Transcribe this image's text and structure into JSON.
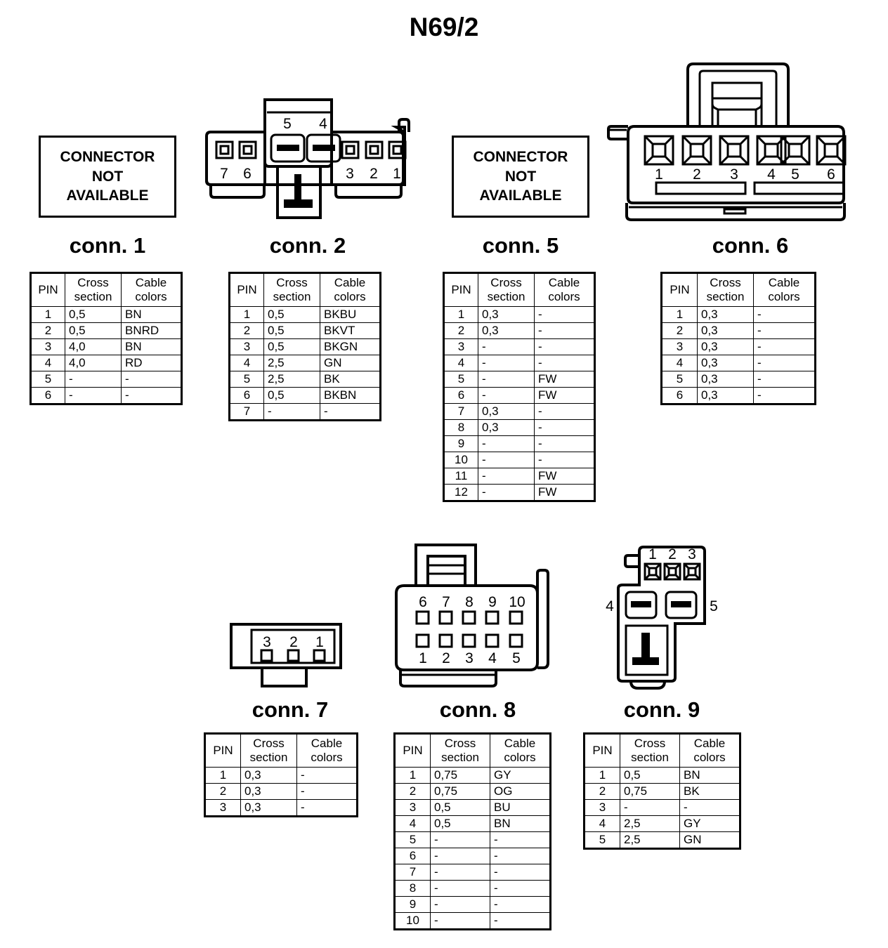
{
  "title": "N69/2",
  "not_available_text": {
    "line1": "CONNECTOR",
    "line2": "NOT",
    "line3": "AVAILABLE"
  },
  "table_headers": {
    "pin": "PIN",
    "cross_section_l1": "Cross",
    "cross_section_l2": "section",
    "cable_colors_l1": "Cable",
    "cable_colors_l2": "colors"
  },
  "connectors": [
    {
      "id": "conn1",
      "caption": "conn. 1",
      "graphic": "not-available",
      "pin_labels": [],
      "rows": [
        {
          "pin": "1",
          "cross_section": "0,5",
          "cable_colors": "BN"
        },
        {
          "pin": "2",
          "cross_section": "0,5",
          "cable_colors": "BNRD"
        },
        {
          "pin": "3",
          "cross_section": "4,0",
          "cable_colors": "BN"
        },
        {
          "pin": "4",
          "cross_section": "4,0",
          "cable_colors": "RD"
        },
        {
          "pin": "5",
          "cross_section": "-",
          "cable_colors": "-"
        },
        {
          "pin": "6",
          "cross_section": "-",
          "cable_colors": "-"
        }
      ]
    },
    {
      "id": "conn2",
      "caption": "conn. 2",
      "graphic": "cross-body-7pin",
      "pin_labels": [
        "7",
        "6",
        "5",
        "4",
        "3",
        "2",
        "1"
      ],
      "rows": [
        {
          "pin": "1",
          "cross_section": "0,5",
          "cable_colors": "BKBU"
        },
        {
          "pin": "2",
          "cross_section": "0,5",
          "cable_colors": "BKVT"
        },
        {
          "pin": "3",
          "cross_section": "0,5",
          "cable_colors": "BKGN"
        },
        {
          "pin": "4",
          "cross_section": "2,5",
          "cable_colors": "GN"
        },
        {
          "pin": "5",
          "cross_section": "2,5",
          "cable_colors": "BK"
        },
        {
          "pin": "6",
          "cross_section": "0,5",
          "cable_colors": "BKBN"
        },
        {
          "pin": "7",
          "cross_section": "-",
          "cable_colors": "-"
        }
      ]
    },
    {
      "id": "conn5",
      "caption": "conn. 5",
      "graphic": "not-available",
      "pin_labels": [],
      "rows": [
        {
          "pin": "1",
          "cross_section": "0,3",
          "cable_colors": "-"
        },
        {
          "pin": "2",
          "cross_section": "0,3",
          "cable_colors": "-"
        },
        {
          "pin": "3",
          "cross_section": "-",
          "cable_colors": "-"
        },
        {
          "pin": "4",
          "cross_section": "-",
          "cable_colors": "-"
        },
        {
          "pin": "5",
          "cross_section": "-",
          "cable_colors": "FW"
        },
        {
          "pin": "6",
          "cross_section": "-",
          "cable_colors": "FW"
        },
        {
          "pin": "7",
          "cross_section": "0,3",
          "cable_colors": "-"
        },
        {
          "pin": "8",
          "cross_section": "0,3",
          "cable_colors": "-"
        },
        {
          "pin": "9",
          "cross_section": "-",
          "cable_colors": "-"
        },
        {
          "pin": "10",
          "cross_section": "-",
          "cable_colors": "-"
        },
        {
          "pin": "11",
          "cross_section": "-",
          "cable_colors": "FW"
        },
        {
          "pin": "12",
          "cross_section": "-",
          "cable_colors": "FW"
        }
      ]
    },
    {
      "id": "conn6",
      "caption": "conn. 6",
      "graphic": "latch-6pin",
      "pin_labels": [
        "1",
        "2",
        "3",
        "4",
        "5",
        "6"
      ],
      "rows": [
        {
          "pin": "1",
          "cross_section": "0,3",
          "cable_colors": "-"
        },
        {
          "pin": "2",
          "cross_section": "0,3",
          "cable_colors": "-"
        },
        {
          "pin": "3",
          "cross_section": "0,3",
          "cable_colors": "-"
        },
        {
          "pin": "4",
          "cross_section": "0,3",
          "cable_colors": "-"
        },
        {
          "pin": "5",
          "cross_section": "0,3",
          "cable_colors": "-"
        },
        {
          "pin": "6",
          "cross_section": "0,3",
          "cable_colors": "-"
        }
      ]
    },
    {
      "id": "conn7",
      "caption": "conn. 7",
      "graphic": "flat-3pin",
      "pin_labels": [
        "3",
        "2",
        "1"
      ],
      "rows": [
        {
          "pin": "1",
          "cross_section": "0,3",
          "cable_colors": "-"
        },
        {
          "pin": "2",
          "cross_section": "0,3",
          "cable_colors": "-"
        },
        {
          "pin": "3",
          "cross_section": "0,3",
          "cable_colors": "-"
        }
      ]
    },
    {
      "id": "conn8",
      "caption": "conn. 8",
      "graphic": "grid-10pin",
      "pin_labels": [
        "6",
        "7",
        "8",
        "9",
        "10",
        "1",
        "2",
        "3",
        "4",
        "5"
      ],
      "rows": [
        {
          "pin": "1",
          "cross_section": "0,75",
          "cable_colors": "GY"
        },
        {
          "pin": "2",
          "cross_section": "0,75",
          "cable_colors": "OG"
        },
        {
          "pin": "3",
          "cross_section": "0,5",
          "cable_colors": "BU"
        },
        {
          "pin": "4",
          "cross_section": "0,5",
          "cable_colors": "BN"
        },
        {
          "pin": "5",
          "cross_section": "-",
          "cable_colors": "-"
        },
        {
          "pin": "6",
          "cross_section": "-",
          "cable_colors": "-"
        },
        {
          "pin": "7",
          "cross_section": "-",
          "cable_colors": "-"
        },
        {
          "pin": "8",
          "cross_section": "-",
          "cable_colors": "-"
        },
        {
          "pin": "9",
          "cross_section": "-",
          "cable_colors": "-"
        },
        {
          "pin": "10",
          "cross_section": "-",
          "cable_colors": "-"
        }
      ]
    },
    {
      "id": "conn9",
      "caption": "conn. 9",
      "graphic": "stepped-5pin",
      "pin_labels": [
        "1",
        "2",
        "3",
        "4",
        "5"
      ],
      "rows": [
        {
          "pin": "1",
          "cross_section": "0,5",
          "cable_colors": "BN"
        },
        {
          "pin": "2",
          "cross_section": "0,75",
          "cable_colors": "BK"
        },
        {
          "pin": "3",
          "cross_section": "-",
          "cable_colors": "-"
        },
        {
          "pin": "4",
          "cross_section": "2,5",
          "cable_colors": "GY"
        },
        {
          "pin": "5",
          "cross_section": "2,5",
          "cable_colors": "GN"
        }
      ]
    }
  ]
}
